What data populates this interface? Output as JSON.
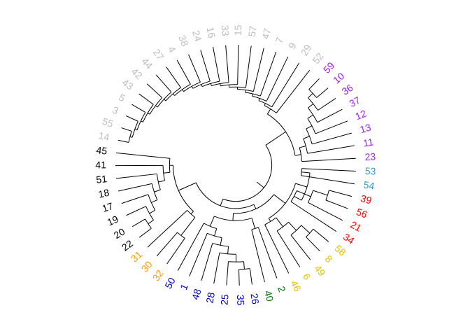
{
  "dendrogram": {
    "type": "circular-dendrogram",
    "clusters": [
      {
        "color": "#BEBEBE",
        "leaves": [
          "14",
          "55",
          "3",
          "5",
          "43",
          "42",
          "44",
          "27",
          "4",
          "38",
          "24",
          "16",
          "33",
          "15",
          "57",
          "47",
          "7",
          "9",
          "29",
          "52"
        ]
      },
      {
        "color": "#A020F0",
        "leaves": [
          "59",
          "10",
          "36",
          "37",
          "12",
          "13",
          "11",
          "23"
        ]
      },
      {
        "color": "#3399CC",
        "leaves": [
          "53",
          "54"
        ]
      },
      {
        "color": "#FF0000",
        "leaves": [
          "39",
          "56",
          "21",
          "34"
        ]
      },
      {
        "color": "#E6C000",
        "leaves": [
          "58",
          "8",
          "49",
          "6",
          "46"
        ]
      },
      {
        "color": "#007A00",
        "leaves": [
          "2",
          "40"
        ]
      },
      {
        "color": "#0000CC",
        "leaves": [
          "26",
          "35",
          "25",
          "28",
          "48",
          "1",
          "50"
        ]
      },
      {
        "color": "#FF9900",
        "leaves": [
          "32",
          "30",
          "31"
        ]
      },
      {
        "color": "#000000",
        "leaves": [
          "22",
          "20",
          "19",
          "17",
          "18",
          "51",
          "41",
          "45"
        ]
      }
    ]
  }
}
